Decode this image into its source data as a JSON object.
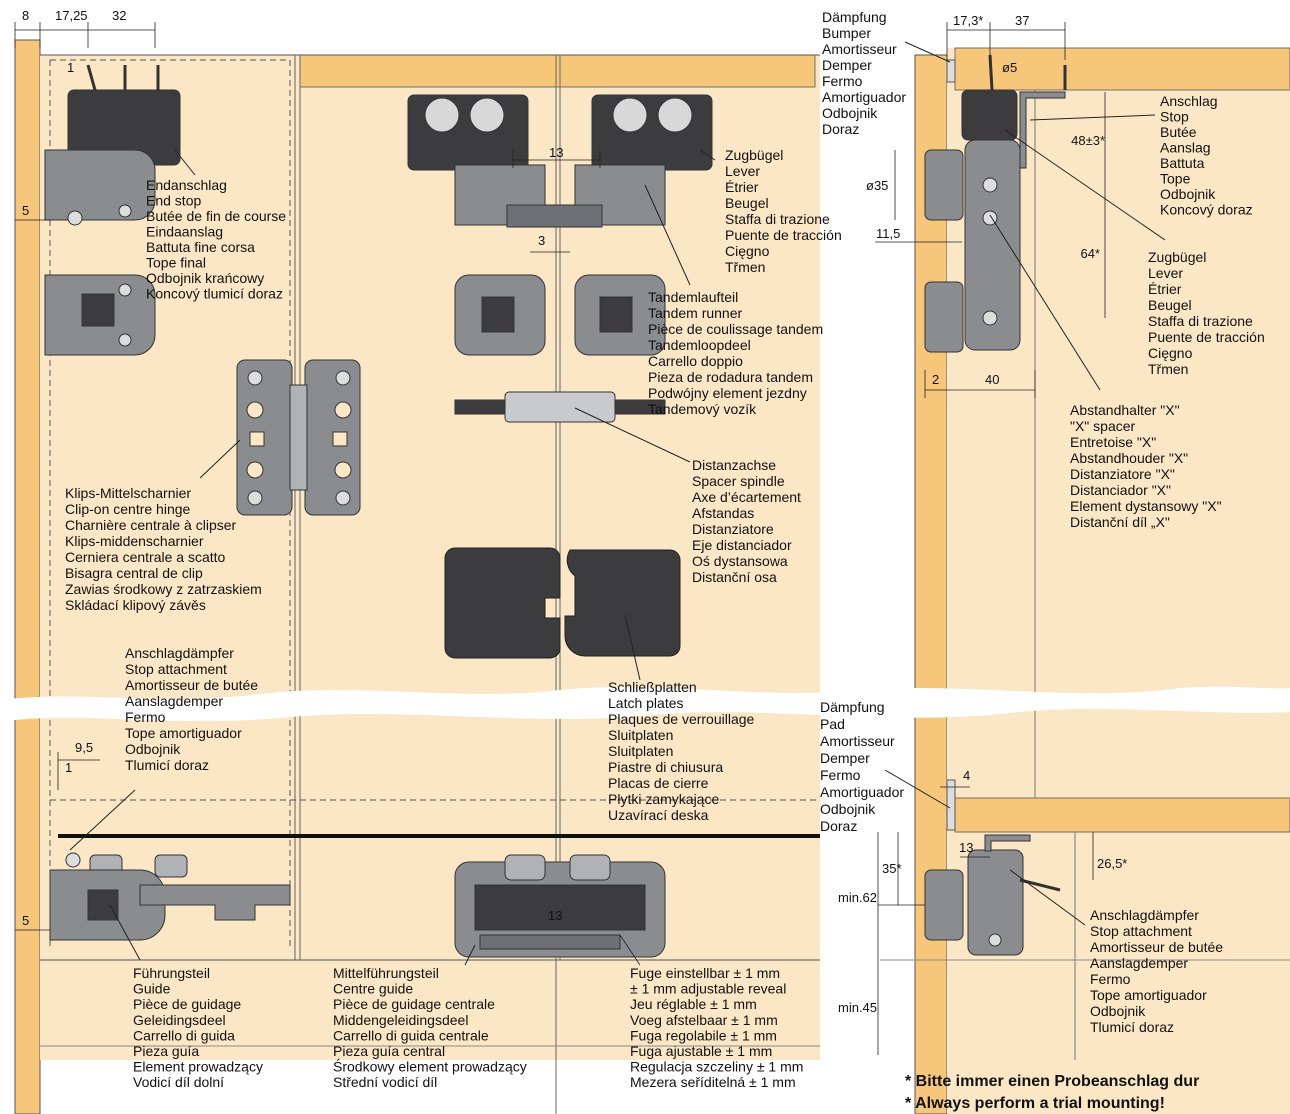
{
  "dimensions_top_left": [
    "8",
    "17,25",
    "32",
    "1",
    "5"
  ],
  "dimensions_mid": [
    "13",
    "3"
  ],
  "dimensions_bottom_left": [
    "9,5",
    "1",
    "5",
    "13"
  ],
  "dimensions_right_top": [
    "17,3*",
    "37",
    "ø5",
    "48±3*",
    "ø35",
    "11,5",
    "64*",
    "2",
    "40"
  ],
  "dimensions_right_bottom": [
    "4",
    "13",
    "35*",
    "26,5*",
    "min.62",
    "min.45"
  ],
  "labels": {
    "endanschlag": [
      "Endanschlag",
      "End stop",
      "Butée de fin de course",
      "Eindaanslag",
      "Battuta fine corsa",
      "Tope final",
      "Odbojnik krańcowy",
      "Koncový tlumicí doraz"
    ],
    "zugbuegel_mid": [
      "Zugbügel",
      "Lever",
      "Étrier",
      "Beugel",
      "Staffa di trazione",
      "Puente de tracción",
      "Cięgno",
      "Třmen"
    ],
    "tandem": [
      "Tandemlaufteil",
      "Tandem runner",
      "Pièce de coulissage tandem",
      "Tandemloopdeel",
      "Carrello doppio",
      "Pieza de rodadura tandem",
      "Podwójny element jezdny",
      "Tandemový vozík"
    ],
    "distanzachse": [
      "Distanzachse",
      "Spacer spindle",
      "Axe d’écartement",
      "Afstandas",
      "Distanziatore",
      "Eje distanciador",
      "Oś dystansowa",
      "Distanční osa"
    ],
    "klips": [
      "Klips-Mittelscharnier",
      "Clip-on centre hinge",
      "Charnière centrale à clipser",
      "Klips-middenscharnier",
      "Cerniera centrale a scatto",
      "Bisagra central de clip",
      "Zawias środkowy z zatrzaskiem",
      "Skládací klipový závěs"
    ],
    "anschlagdaempfer_left": [
      "Anschlagdämpfer",
      "Stop attachment",
      "Amortisseur de butée",
      "Aanslagdemper",
      "Fermo",
      "Tope amortiguador",
      "Odbojnik",
      "Tlumicí doraz"
    ],
    "schliessplatten": [
      "Schließplatten",
      "Latch plates",
      "Plaques de verrouillage",
      "Sluitplaten",
      "Sluitplaten",
      "Piastre di chiusura",
      "Placas de cierre",
      "Płytki zamykające",
      "Uzavírací deska"
    ],
    "fuehrungsteil": [
      "Führungsteil",
      "Guide",
      "Pièce de guidage",
      "Geleidingsdeel",
      "Carrello di guida",
      "Pieza guía",
      "Element prowadzący",
      "Vodicí díl dolní"
    ],
    "mittelfuehrung": [
      "Mittelführungsteil",
      "Centre guide",
      "Pièce de guidage centrale",
      "Middengeleidingsdeel",
      "Carrello di guida centrale",
      "Pieza guía central",
      "Środkowy element prowadzący",
      "Střední vodicí díl"
    ],
    "fuge": [
      "Fuge einstellbar ± 1 mm",
      "± 1 mm adjustable reveal",
      "Jeu réglable ± 1 mm",
      "Voeg afstelbaar ± 1 mm",
      "Fuga regolabile ± 1 mm",
      "Fuga ajustable ± 1 mm",
      "Regulacja szczeliny ± 1 mm",
      "Mezera seříditelná ± 1 mm"
    ],
    "daempfung_top": [
      "Dämpfung",
      "Bumper",
      "Amortisseur",
      "Demper",
      "Fermo",
      "Amortiguador",
      "Odbojnik",
      "Doraz"
    ],
    "anschlag": [
      "Anschlag",
      "Stop",
      "Butée",
      "Aanslag",
      "Battuta",
      "Tope",
      "Odbojnik",
      "Koncový doraz"
    ],
    "zugbuegel_right": [
      "Zugbügel",
      "Lever",
      "Étrier",
      "Beugel",
      "Staffa di trazione",
      "Puente de tracción",
      "Cięgno",
      "Třmen"
    ],
    "abstandhalter": [
      "Abstandhalter \"X\"",
      "\"X\" spacer",
      "Entretoise \"X\"",
      "Abstandhouder \"X\"",
      "Distanziatore \"X\"",
      "Distanciador \"X\"",
      "Element dystansowy \"X\"",
      "Distanční díl „X\""
    ],
    "daempfung_bottom": [
      "Dämpfung",
      "Pad",
      "Amortisseur",
      "Demper",
      "Fermo",
      "Amortiguador",
      "Odbojnik",
      "Doraz"
    ],
    "anschlagdaempfer_right": [
      "Anschlagdämpfer",
      "Stop attachment",
      "Amortisseur de butée",
      "Aanslagdemper",
      "Fermo",
      "Tope amortiguador",
      "Odbojnik",
      "Tlumicí doraz"
    ]
  },
  "notes": [
    "* Bitte immer einen Probeanschlag dur",
    "* Always perform a trial mounting!"
  ],
  "colors": {
    "wood": "#fbe7c6",
    "wood_edge": "#f6c67a",
    "metal": "#8a8c90",
    "dark": "#3c3c3e",
    "line": "#222222"
  }
}
